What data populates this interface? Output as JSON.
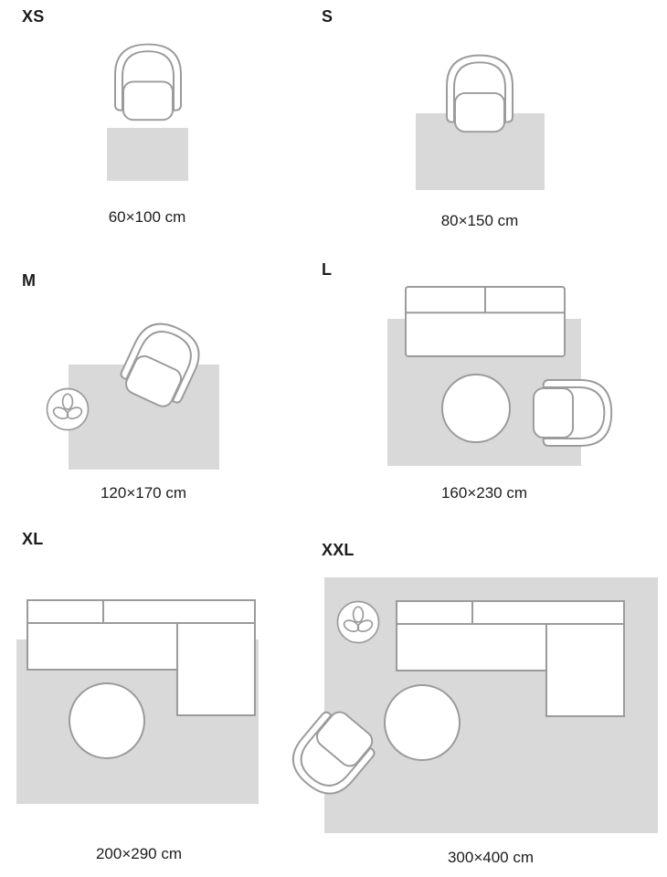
{
  "colors": {
    "rug": "#d9d9d9",
    "outline": "#9b9b9b",
    "text": "#1c1c1c",
    "background": "#ffffff"
  },
  "sizes": [
    {
      "code": "XS",
      "dimensions": "60×100 cm",
      "furniture": [
        "armchair"
      ]
    },
    {
      "code": "S",
      "dimensions": "80×150 cm",
      "furniture": [
        "armchair"
      ]
    },
    {
      "code": "M",
      "dimensions": "120×170 cm",
      "furniture": [
        "armchair",
        "plant"
      ]
    },
    {
      "code": "L",
      "dimensions": "160×230 cm",
      "furniture": [
        "sofa",
        "coffee-table",
        "armchair"
      ]
    },
    {
      "code": "XL",
      "dimensions": "200×290 cm",
      "furniture": [
        "sectional-sofa",
        "coffee-table"
      ]
    },
    {
      "code": "XXL",
      "dimensions": "300×400 cm",
      "furniture": [
        "plant",
        "sectional-sofa",
        "coffee-table",
        "armchair"
      ]
    }
  ]
}
